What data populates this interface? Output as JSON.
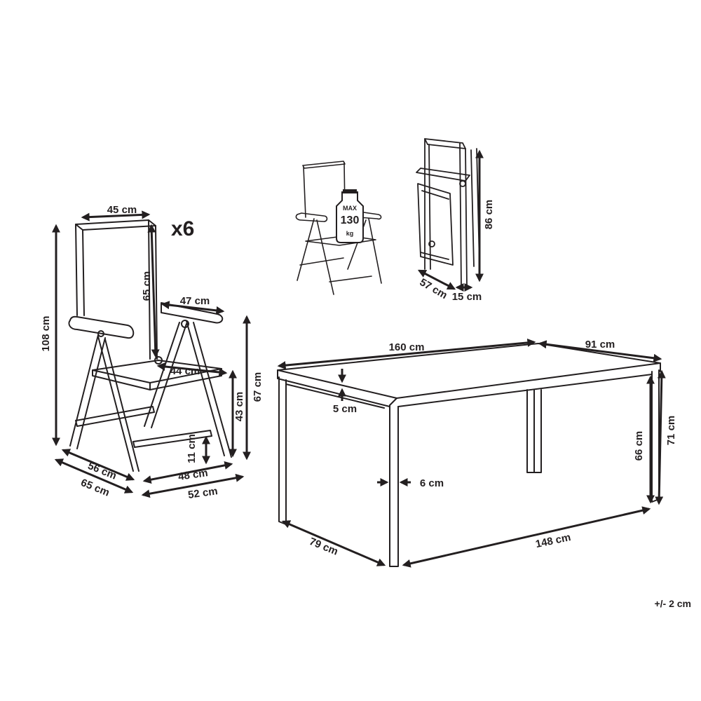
{
  "chair": {
    "quantity": "x6",
    "labels": {
      "back_width": "45 cm",
      "back_height": "65 cm",
      "armrest_length": "47 cm",
      "total_height": "108 cm",
      "seat_width": "44 cm",
      "seat_height": "43 cm",
      "armrest_height": "67 cm",
      "footrest_height": "11 cm",
      "seat_depth": "56 cm",
      "total_depth": "65 cm",
      "base_width_inner": "48 cm",
      "base_width_outer": "52 cm"
    }
  },
  "load_badge": {
    "max": "MAX",
    "value": "130",
    "unit": "kg"
  },
  "folded_chair": {
    "height": "86 cm",
    "depth": "57 cm",
    "thickness": "15 cm"
  },
  "table": {
    "length": "160 cm",
    "width": "91 cm",
    "top_thickness": "5 cm",
    "leg_width": "6 cm",
    "height": "71 cm",
    "clearance": "66 cm",
    "inner_depth": "79 cm",
    "inner_length": "148 cm"
  },
  "tolerance": "+/- 2 cm",
  "colors": {
    "ink": "#231f20",
    "background": "#ffffff"
  }
}
